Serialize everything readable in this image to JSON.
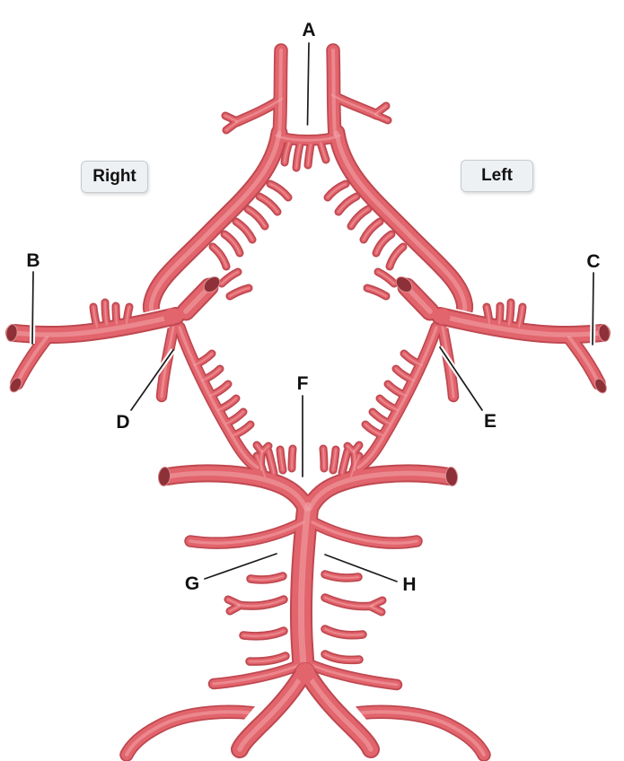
{
  "side_labels": {
    "right": "Right",
    "left": "Left"
  },
  "labels": {
    "a": "A",
    "b": "B",
    "c": "C",
    "d": "D",
    "e": "E",
    "f": "F",
    "g": "G",
    "h": "H"
  },
  "colors": {
    "background": "#ffffff",
    "vessel_fill": "#e2646c",
    "vessel_outline": "#bf4850",
    "vessel_sheen": "#f3a6ab",
    "vessel_opening": "#8e3037",
    "arrow": "#1c1c1c",
    "label_text": "#111111",
    "side_label_bg": "#eef1f4",
    "side_label_border": "#c6cbd1"
  }
}
